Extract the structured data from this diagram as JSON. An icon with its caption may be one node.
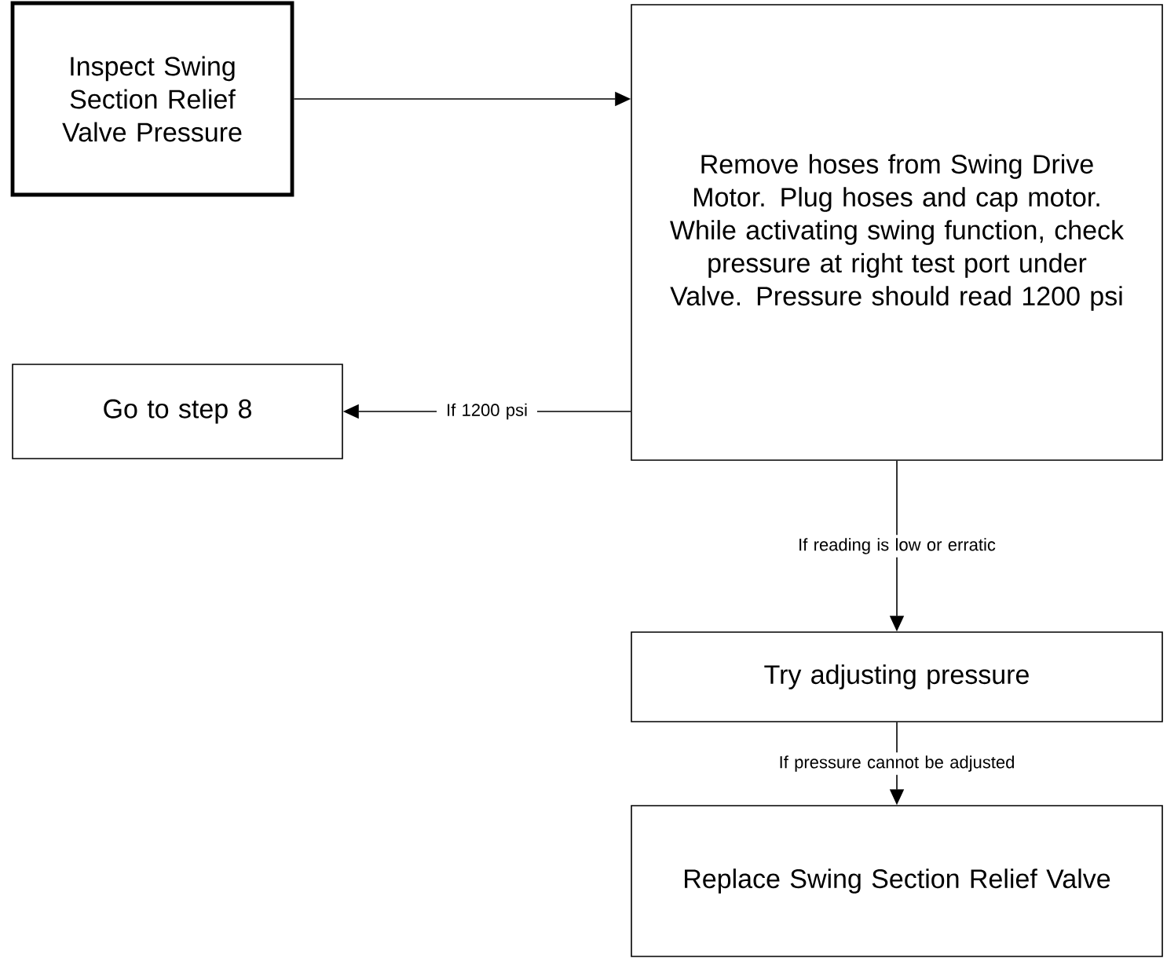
{
  "diagram": {
    "nodes": [
      {
        "text": [
          "Inspect Swing Section Relief Valve Pressure"
        ]
      },
      {
        "text": [
          "Remove hoses from Swing Drive Motor. Plug hoses and cap motor. While activating swing function, check pressure at right test port under Valve. Pressure should read 1200 psi"
        ]
      },
      {
        "text": [
          "Go to step 8"
        ]
      },
      {
        "text": [
          "Try adjusting pressure"
        ]
      },
      {
        "text": [
          "Replace Swing Section Relief Valve"
        ]
      }
    ],
    "edges": [
      {
        "from": 0,
        "to": 1,
        "arrow": "to"
      },
      {
        "from": 1,
        "to": 2,
        "arrow": "to",
        "label": "If 1200 psi"
      },
      {
        "from": 1,
        "to": 3,
        "arrow": "to",
        "label": "If reading is low or erratic"
      },
      {
        "from": 3,
        "to": 4,
        "arrow": "to",
        "label": "If pressure cannot be adjusted"
      }
    ]
  }
}
